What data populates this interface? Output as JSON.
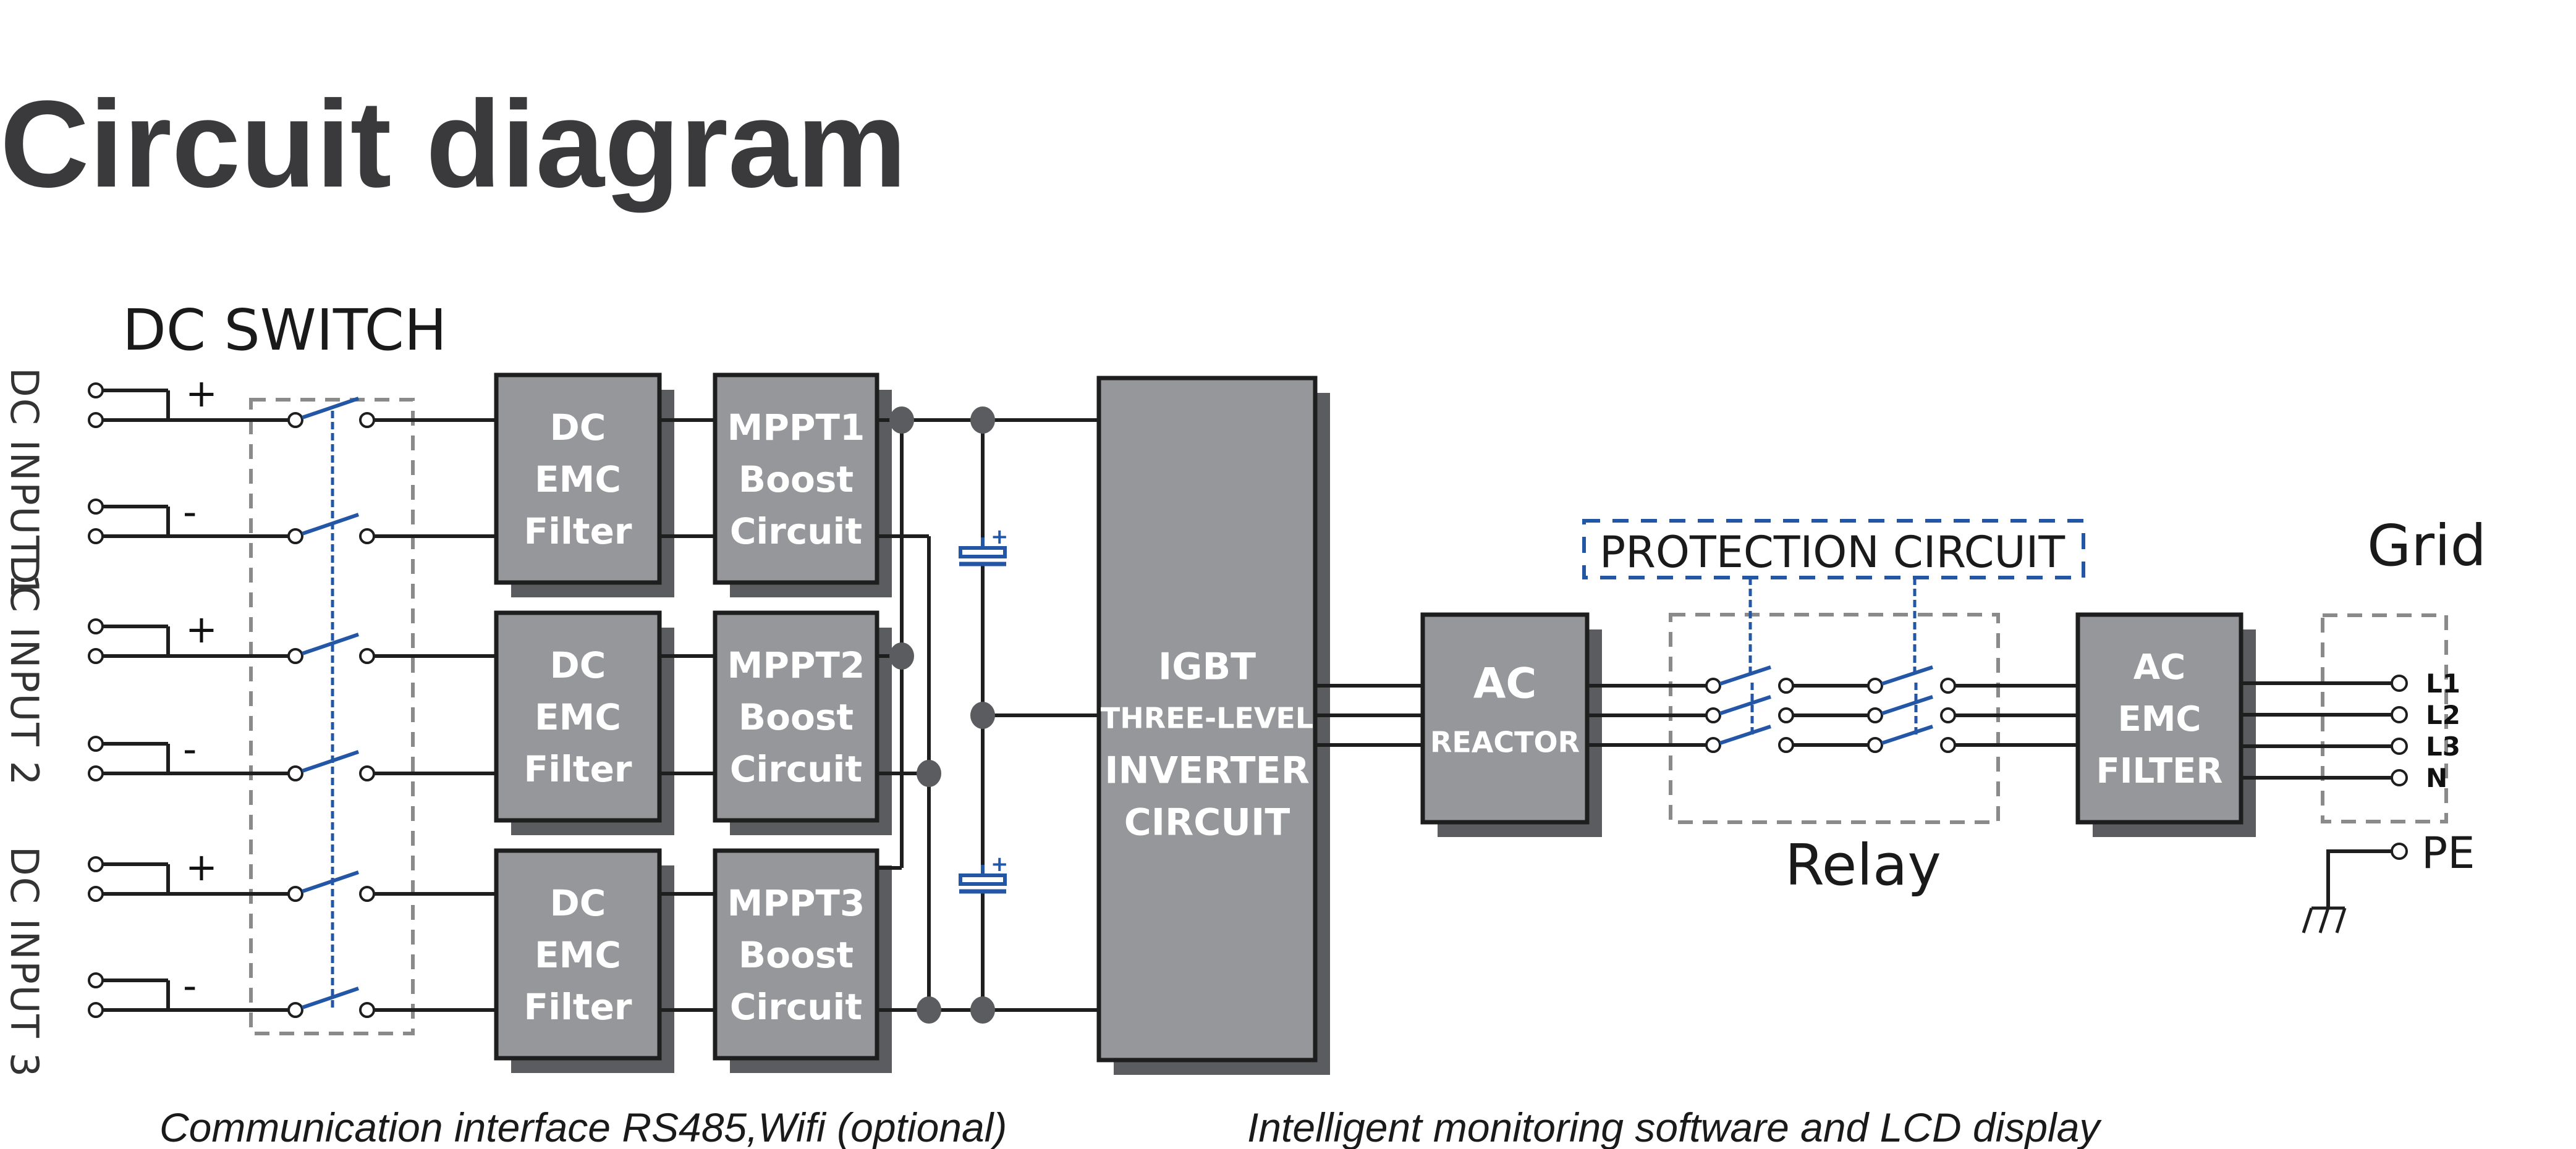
{
  "title": "Circuit diagram",
  "colors": {
    "block_fill": "#96979b",
    "block_shadow": "#5b5c5f",
    "wire": "#1e1e1e",
    "accent_blue": "#2456a6",
    "dashed_box": "#8a8a8a",
    "title_text": "#3a3a3c"
  },
  "dc_switch": {
    "label": "DC SWITCH"
  },
  "dc_inputs": [
    {
      "label": "DC INPUT 1",
      "polarities": [
        "+",
        "-"
      ]
    },
    {
      "label": "DC INPUT 2",
      "polarities": [
        "+",
        "-"
      ]
    },
    {
      "label": "DC INPUT 3",
      "polarities": [
        "+",
        "-"
      ]
    }
  ],
  "emc_filters": [
    {
      "lines": [
        "DC",
        "EMC",
        "Filter"
      ]
    },
    {
      "lines": [
        "DC",
        "EMC",
        "Filter"
      ]
    },
    {
      "lines": [
        "DC",
        "EMC",
        "Filter"
      ]
    }
  ],
  "mppt_blocks": [
    {
      "lines": [
        "MPPT1",
        "Boost",
        "Circuit"
      ]
    },
    {
      "lines": [
        "MPPT2",
        "Boost",
        "Circuit"
      ]
    },
    {
      "lines": [
        "MPPT3",
        "Boost",
        "Circuit"
      ]
    }
  ],
  "capacitors": [
    {
      "polarity": "+"
    },
    {
      "polarity": "+"
    }
  ],
  "inverter": {
    "lines": [
      "IGBT",
      "THREE-LEVEL",
      "INVERTER",
      "CIRCUIT"
    ]
  },
  "ac_reactor": {
    "lines": [
      "AC",
      "REACTOR"
    ]
  },
  "protection_circuit": {
    "label": "PROTECTION CIRCUIT"
  },
  "relay": {
    "label": "Relay"
  },
  "ac_emc_filter": {
    "lines": [
      "AC",
      "EMC",
      "FILTER"
    ]
  },
  "grid": {
    "label": "Grid",
    "terminals": [
      "L1",
      "L2",
      "L3",
      "N"
    ],
    "pe_label": "PE"
  },
  "captions": {
    "left": "Communication interface RS485,Wifi (optional)",
    "right": "Intelligent monitoring software and LCD display"
  }
}
